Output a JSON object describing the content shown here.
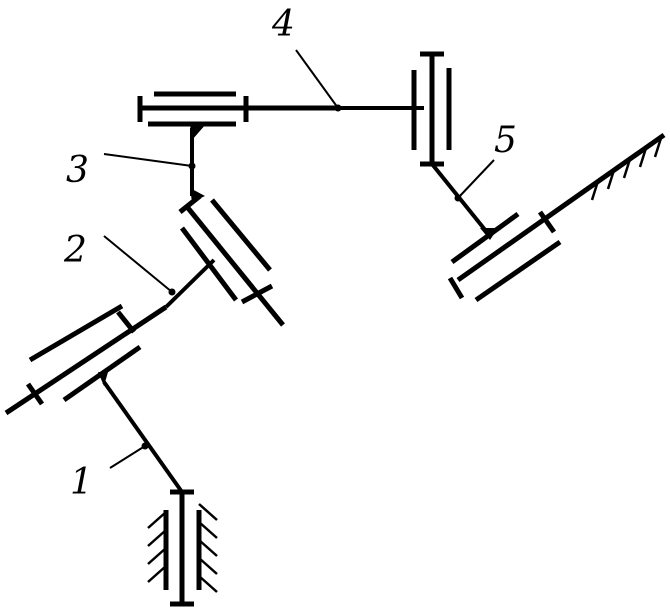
{
  "labels": {
    "link1": "1",
    "link2": "2",
    "link3": "3",
    "link4": "4",
    "link5": "5"
  },
  "colors": {
    "ink": "#000000",
    "background": "#ffffff"
  }
}
